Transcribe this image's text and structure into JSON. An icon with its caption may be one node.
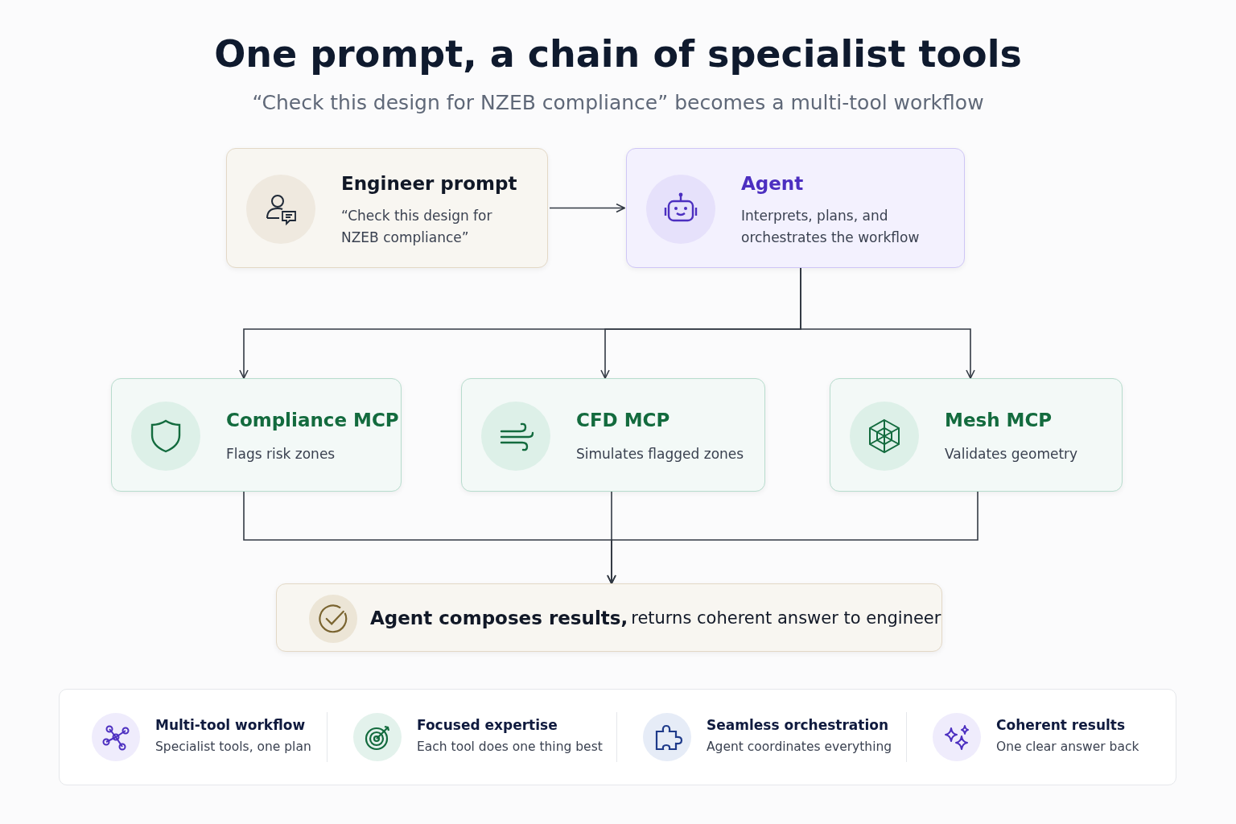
{
  "diagram": {
    "title": "One prompt, a chain of specialist tools",
    "caption": "“Check this design for NZEB compliance” becomes a multi-tool workflow",
    "nodes": [
      {
        "text": [
          "Engineer prompt",
          "“Check this design for NZEB compliance”"
        ]
      },
      {
        "text": [
          "Agent",
          "Interprets, plans, and orchestrates the workflow"
        ]
      },
      {
        "text": [
          "Compliance MCP",
          "Flags risk zones"
        ]
      },
      {
        "text": [
          "CFD MCP",
          "Simulates flagged zones"
        ]
      },
      {
        "text": [
          "Mesh MCP",
          "Validates geometry"
        ]
      },
      {
        "text": [
          "**Agent composes results,** returns coherent answer to engineer"
        ]
      }
    ],
    "edges": [
      {
        "from": 0,
        "to": 1,
        "arrow": "to"
      },
      {
        "from": 1,
        "to": 2,
        "arrow": "to"
      },
      {
        "from": 1,
        "to": 3,
        "arrow": "to"
      },
      {
        "from": 1,
        "to": 4,
        "arrow": "to"
      },
      {
        "from": 2,
        "to": 5,
        "arrow": "to"
      },
      {
        "from": 3,
        "to": 5,
        "arrow": "to"
      },
      {
        "from": 4,
        "to": 5,
        "arrow": "to"
      }
    ],
    "labels": [
      "Multi-tool workflow",
      "Specialist tools, one plan",
      "Focused expertise",
      "Each tool does one thing best",
      "Seamless orchestration",
      "Agent coordinates everything",
      "Coherent results",
      "One clear answer back"
    ]
  }
}
